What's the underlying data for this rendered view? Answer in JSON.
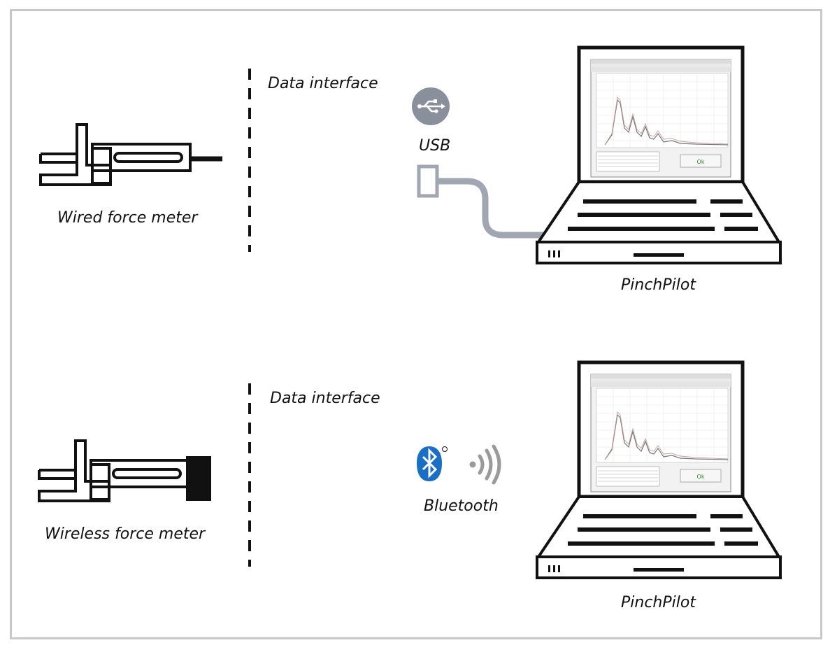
{
  "top": {
    "device_label": "Wired force meter",
    "interface_label": "Data interface",
    "connection_label": "USB",
    "app_label": "PinchPilot"
  },
  "bottom": {
    "device_label": "Wireless force meter",
    "interface_label": "Data interface",
    "connection_label": "Bluetooth",
    "app_label": "PinchPilot"
  },
  "icons": {
    "usb": "usb-icon",
    "bluetooth": "bluetooth-icon",
    "wireless": "wireless-signal-icon"
  },
  "colors": {
    "usb_circle": "#8a8f9c",
    "cable": "#a0a6b2",
    "bluetooth": "#1a6fc4",
    "signal": "#9a9a9a"
  },
  "screen": {
    "ok_label": "Ok"
  }
}
